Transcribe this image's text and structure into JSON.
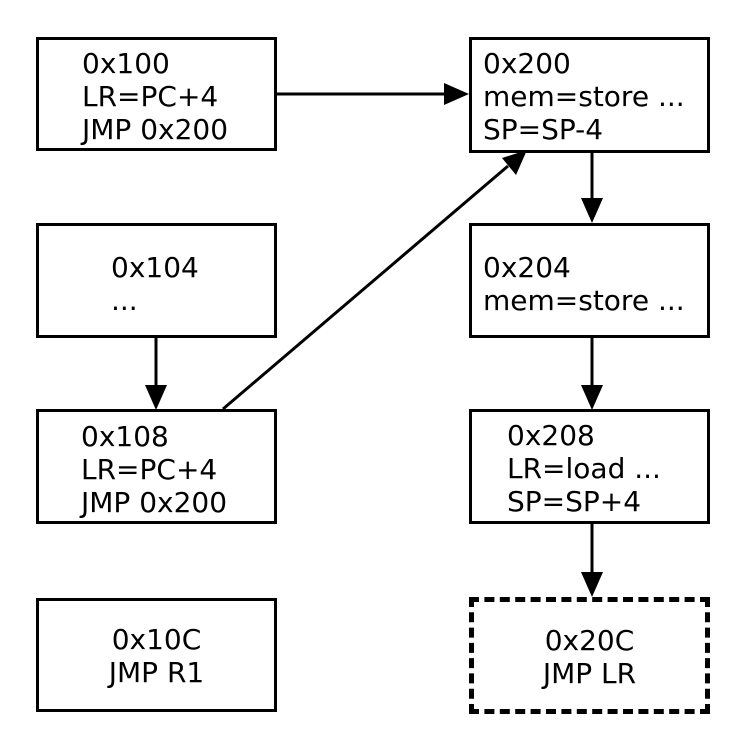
{
  "nodes": {
    "n100": {
      "lines": [
        "0x100",
        "LR=PC+4",
        "JMP 0x200"
      ]
    },
    "n104": {
      "lines": [
        "0x104",
        "..."
      ]
    },
    "n108": {
      "lines": [
        "0x108",
        "LR=PC+4",
        "JMP 0x200"
      ]
    },
    "n10c": {
      "lines": [
        "0x10C",
        "JMP R1"
      ]
    },
    "n200": {
      "lines": [
        "0x200",
        "mem=store ...",
        "SP=SP-4"
      ]
    },
    "n204": {
      "lines": [
        "0x204",
        "mem=store ..."
      ]
    },
    "n208": {
      "lines": [
        "0x208",
        "LR=load ...",
        "SP=SP+4"
      ]
    },
    "n20c": {
      "lines": [
        "0x20C",
        "JMP LR"
      ]
    }
  },
  "edges": [
    {
      "from": "n100",
      "to": "n200"
    },
    {
      "from": "n104",
      "to": "n108"
    },
    {
      "from": "n108",
      "to": "n200"
    },
    {
      "from": "n200",
      "to": "n204"
    },
    {
      "from": "n204",
      "to": "n208"
    },
    {
      "from": "n208",
      "to": "n20c"
    }
  ],
  "colors": {
    "stroke": "#000000",
    "background": "#ffffff"
  }
}
